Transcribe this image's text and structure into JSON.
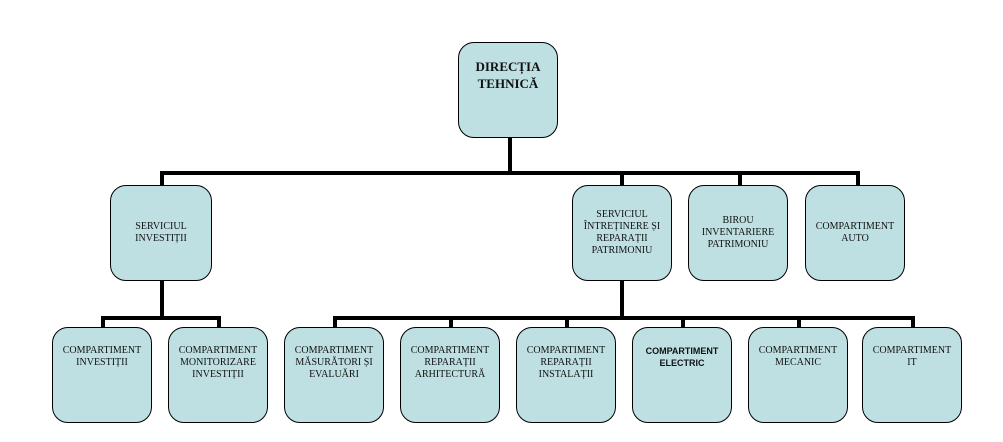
{
  "org_chart": {
    "root": {
      "label": "DIRECȚIA\nTEHNICĂ"
    },
    "level2": [
      {
        "label": "SERVICIUL\nINVESTIȚII"
      },
      {
        "label": "SERVICIUL\nÎNTREȚINERE ȘI\nREPARAȚII\nPATRIMONIU"
      },
      {
        "label": "BIROU\nINVENTARIERE\nPATRIMONIU"
      },
      {
        "label": "COMPARTIMENT\nAUTO"
      }
    ],
    "level3_investitii": [
      {
        "label": "COMPARTIMENT\nINVESTIȚII"
      },
      {
        "label": "COMPARTIMENT\nMONITORIZARE\nINVESTIȚII"
      }
    ],
    "level3_intretinere": [
      {
        "label": "COMPARTIMENT\nMĂSURĂTORI ȘI\nEVALUĂRI"
      },
      {
        "label": "COMPARTIMENT\nREPARAȚII\nARHITECTURĂ"
      },
      {
        "label": "COMPARTIMENT\nREPARAȚII\nINSTALAȚII"
      },
      {
        "label": "COMPARTIMENT\nELECTRIC"
      },
      {
        "label": "COMPARTIMENT\nMECANIC"
      },
      {
        "label": "COMPARTIMENT\nIT"
      }
    ]
  },
  "colors": {
    "box_fill": "#bfe0e2",
    "line": "#000000"
  }
}
